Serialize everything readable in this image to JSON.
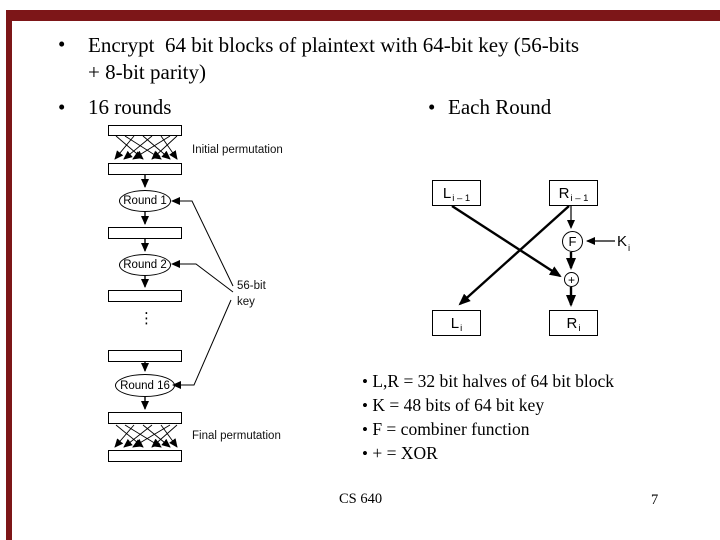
{
  "colors": {
    "frame_bar": "#7d1618"
  },
  "glyphs": {
    "bullet": "•",
    "vertical_ellipsis": "⋮"
  },
  "main": {
    "bullet1_line1": "Encrypt  64 bit blocks of plaintext with 64-bit key (56-bits",
    "bullet1_line2": "+ 8-bit parity)",
    "bullet2": "16 rounds",
    "each_round": "Each Round"
  },
  "des_stack": {
    "initial_permutation_label": "Initial permutation",
    "final_permutation_label": "Final permutation",
    "round1_label": "Round 1",
    "round2_label": "Round 2",
    "round16_label": "Round 16",
    "key_label_line1": "56-bit",
    "key_label_line2": "key"
  },
  "round_diagram": {
    "l_prev": {
      "base": "L",
      "sub": "i – 1"
    },
    "r_prev": {
      "base": "R",
      "sub": "i – 1"
    },
    "l_cur": {
      "base": "L",
      "sub": "i"
    },
    "r_cur": {
      "base": "R",
      "sub": "i"
    },
    "f_label": "F",
    "k": {
      "base": "K",
      "sub": "i"
    },
    "xor_label": "+"
  },
  "legend": {
    "items": [
      "L,R = 32 bit halves of 64 bit block",
      "K = 48 bits of 64 bit key",
      "F = combiner function",
      "+ = XOR"
    ]
  },
  "footer": {
    "course": "CS 640",
    "page": "7"
  }
}
